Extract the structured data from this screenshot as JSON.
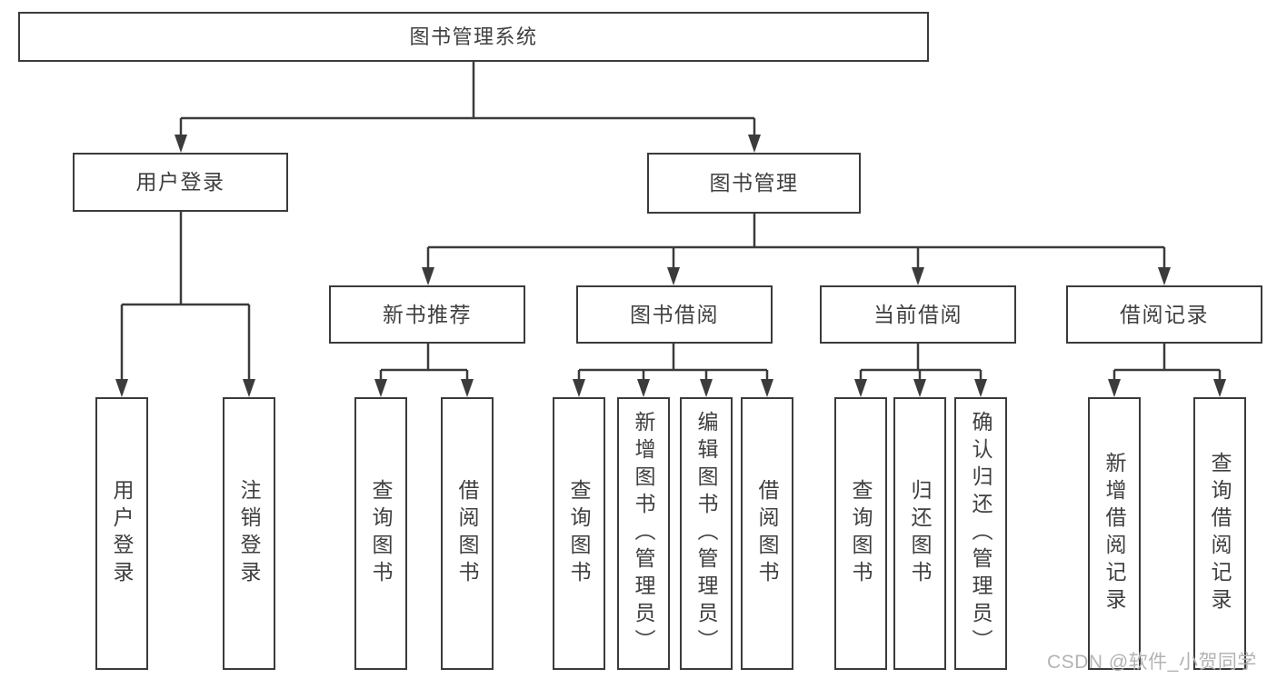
{
  "diagram_type": "hierarchy-tree",
  "colors": {
    "line": "#3b3b3b",
    "box_border": "#3b3b3b",
    "box_background": "#ffffff",
    "text": "#3f3f3f",
    "watermark": "#b3b3b3"
  },
  "tree": {
    "label": "图书管理系统",
    "children": [
      {
        "label": "用户登录",
        "children": [
          {
            "label": "用户登录"
          },
          {
            "label": "注销登录"
          }
        ]
      },
      {
        "label": "图书管理",
        "children": [
          {
            "label": "新书推荐",
            "children": [
              {
                "label": "查询图书"
              },
              {
                "label": "借阅图书"
              }
            ]
          },
          {
            "label": "图书借阅",
            "children": [
              {
                "label": "查询图书"
              },
              {
                "label": "新增图书（管理员）"
              },
              {
                "label": "编辑图书（管理员）"
              },
              {
                "label": "借阅图书"
              }
            ]
          },
          {
            "label": "当前借阅",
            "children": [
              {
                "label": "查询图书"
              },
              {
                "label": "归还图书"
              },
              {
                "label": "确认归还（管理员）"
              }
            ]
          },
          {
            "label": "借阅记录",
            "children": [
              {
                "label": "新增借阅记录"
              },
              {
                "label": "查询借阅记录"
              }
            ]
          }
        ]
      }
    ]
  },
  "watermark": {
    "text": "CSDN @软件_小贺同学"
  }
}
